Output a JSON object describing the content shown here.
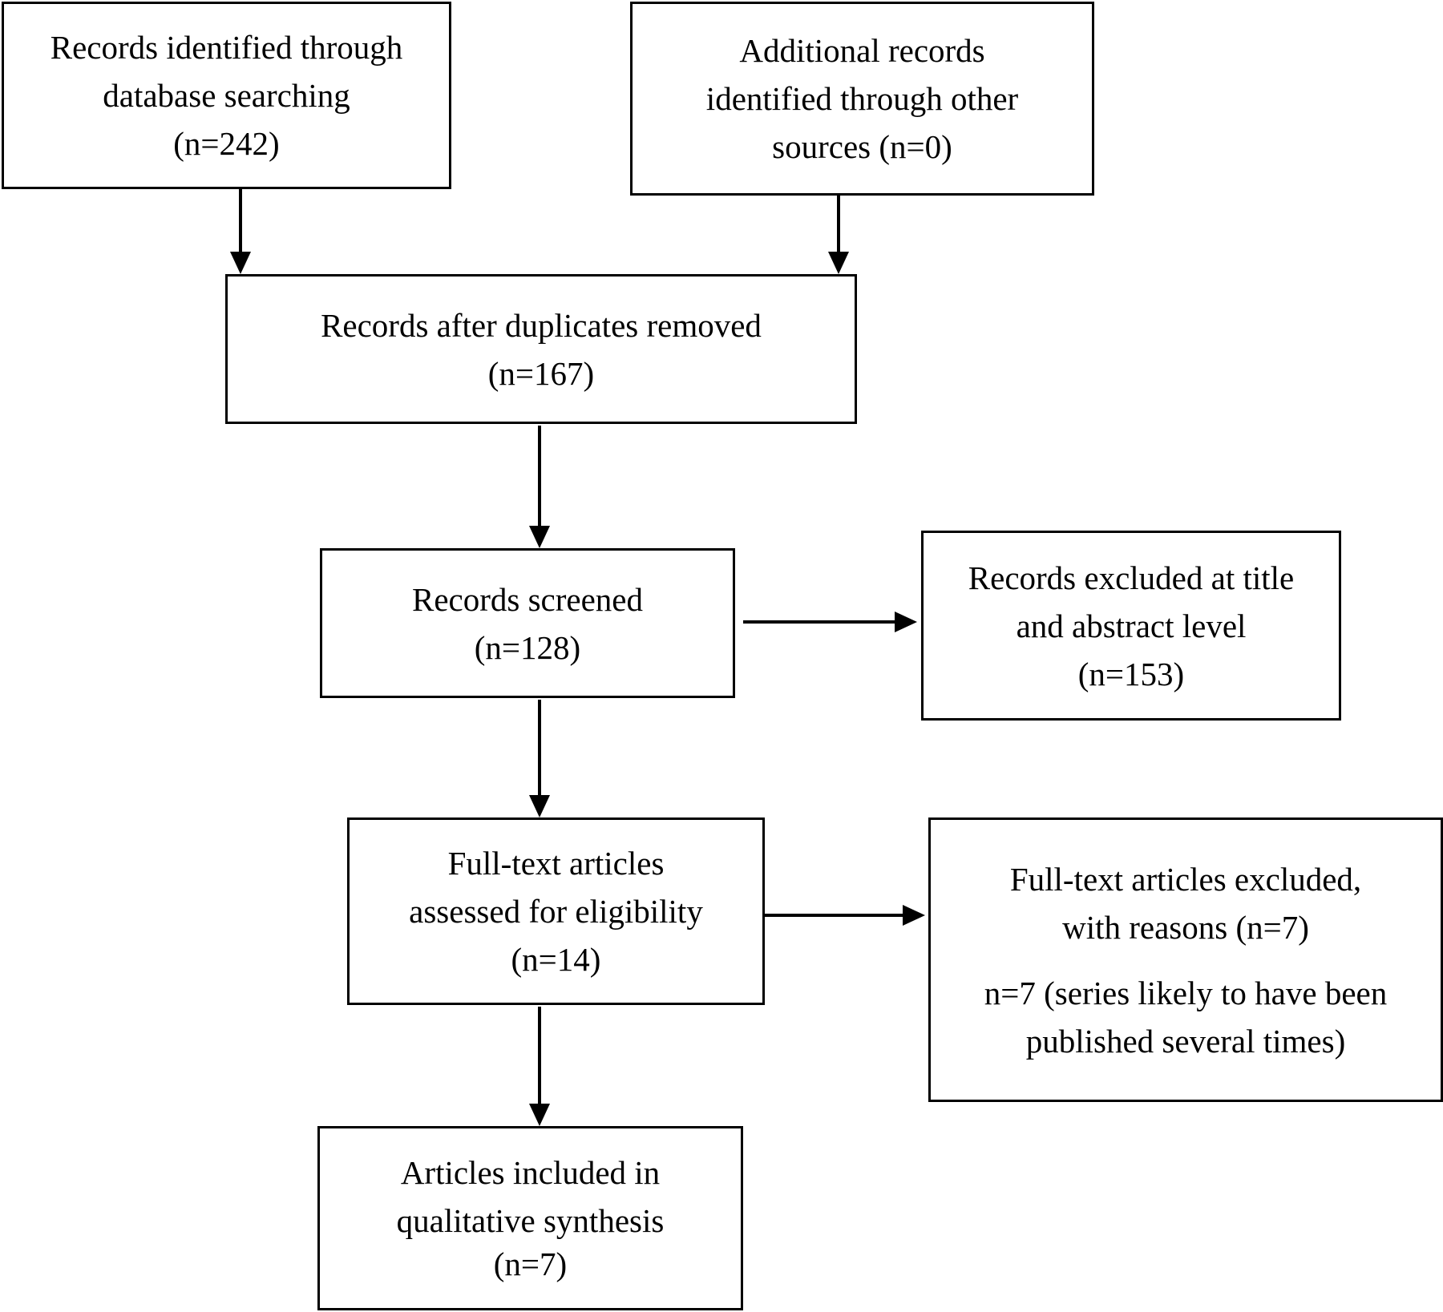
{
  "boxes": {
    "database": {
      "lines": [
        "Records identified through",
        "database searching",
        "(n=242)"
      ]
    },
    "other_sources": {
      "lines": [
        "Additional records",
        "identified through other",
        "sources (n=0)"
      ]
    },
    "duplicates_removed": {
      "lines": [
        "Records after duplicates removed",
        "(n=167)"
      ]
    },
    "screened": {
      "lines": [
        "Records screened",
        "(n=128)"
      ]
    },
    "excluded_title_abstract": {
      "lines": [
        "Records excluded at title",
        "and abstract level",
        "(n=153)"
      ]
    },
    "fulltext_assessed": {
      "lines": [
        "Full-text articles",
        "assessed for eligibility",
        "(n=14)"
      ]
    },
    "fulltext_excluded": {
      "lines": [
        "Full-text articles excluded,",
        "with reasons (n=7)"
      ],
      "reason_lines": [
        "n=7 (series likely to have been",
        "published several times)"
      ]
    },
    "included": {
      "lines": [
        "Articles included in",
        "qualitative synthesis",
        "(n=7)"
      ]
    }
  },
  "colors": {
    "stroke": "#000000",
    "background": "#ffffff"
  }
}
